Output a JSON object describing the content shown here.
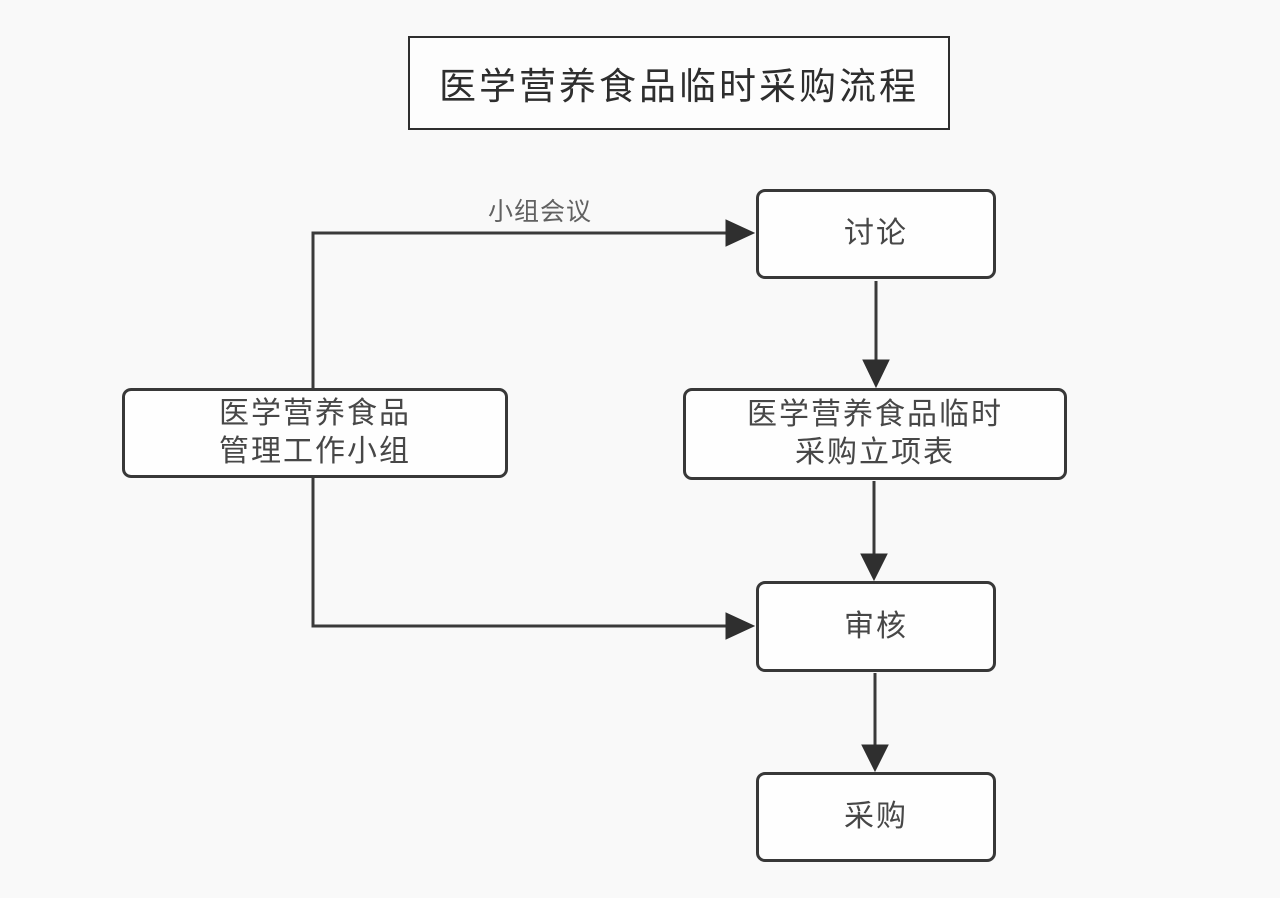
{
  "diagram": {
    "title": "医学营养食品临时采购流程",
    "nodes": {
      "working_group": {
        "line1": "医学营养食品",
        "line2": "管理工作小组"
      },
      "discussion": {
        "label": "讨论"
      },
      "project_form": {
        "line1": "医学营养食品临时",
        "line2": "采购立项表"
      },
      "review": {
        "label": "审核"
      },
      "purchase": {
        "label": "采购"
      }
    },
    "edges": {
      "group_meeting_label": "小组会议"
    },
    "colors": {
      "canvas_background": "#f9f9f9",
      "node_fill": "#fefefe",
      "node_border": "#383838",
      "connector": "#3a3a3a",
      "arrowhead": "#2f2f2f",
      "title_text": "#2e2e2e",
      "node_text": "#474747",
      "edge_label_text": "#616161"
    }
  }
}
